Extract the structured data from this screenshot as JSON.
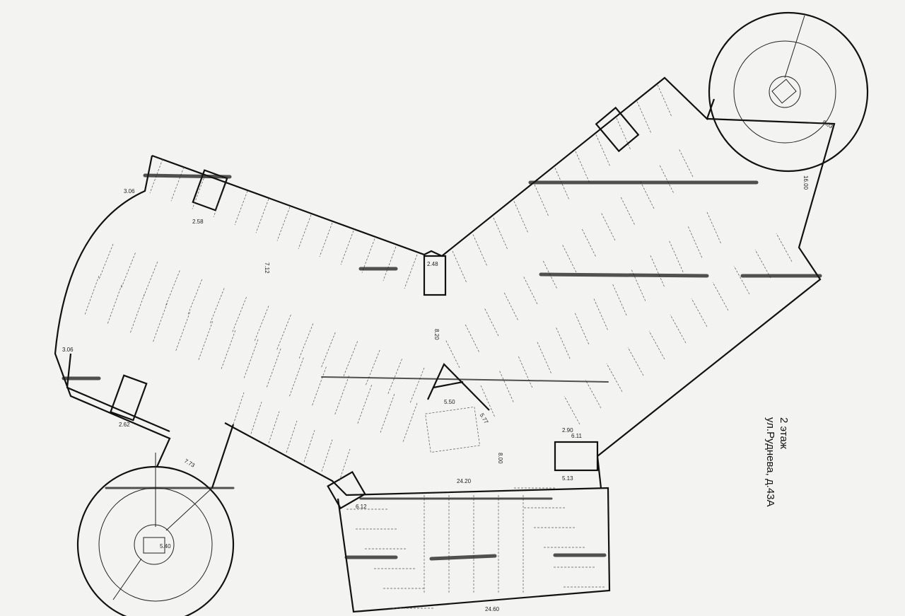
{
  "caption": {
    "floor": "2 этаж",
    "address": "ул.Руднева, д.43А"
  },
  "dimensions": {
    "d1": "3.06",
    "d2": "3.06",
    "d3": "2.48",
    "d4": "2.58",
    "d5": "2.62",
    "d6": "7.73",
    "d7": "5.40",
    "d8": "24.20",
    "d9": "24.60",
    "d10": "5.50",
    "d11": "5.77",
    "d12": "8.00",
    "d13": "8.20",
    "d14": "5.13",
    "d15": "6.12",
    "d16": "8.03",
    "d17": "16.00",
    "d18": "6.11",
    "d19": "7.12",
    "d20": "2.90"
  }
}
